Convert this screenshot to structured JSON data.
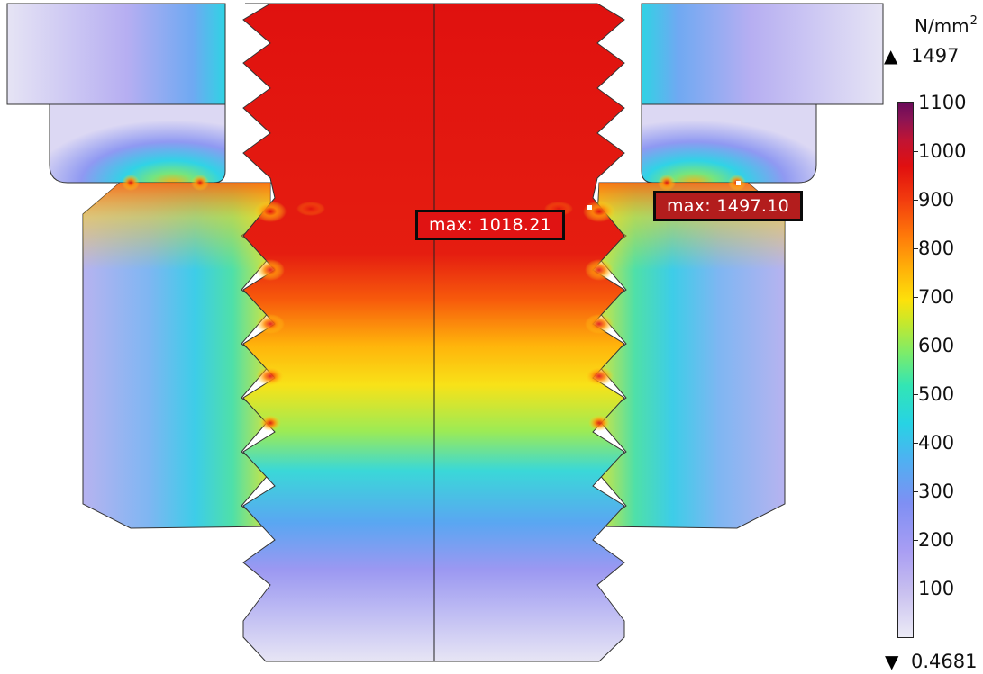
{
  "legend": {
    "unit_base": "N/mm",
    "unit_exp": "2",
    "max_label": "1497",
    "min_label": "0.4681",
    "ticks": [
      "1100",
      "1000",
      "900",
      "800",
      "700",
      "600",
      "500",
      "400",
      "300",
      "200",
      "100"
    ],
    "tick_values": [
      1100,
      1000,
      900,
      800,
      700,
      600,
      500,
      400,
      300,
      200,
      100
    ],
    "range": [
      0,
      1100
    ]
  },
  "annotations": {
    "left": "max: 1018.21",
    "right": "max: 1497.10"
  },
  "colors": {
    "high": "#e01313",
    "mid_high": "#ff7a0a",
    "mid": "#fde10b",
    "mid_low": "#27d3e4",
    "low": "#a99ef3",
    "min": "#ecebf6",
    "max": "#6a0a5a"
  },
  "icons": {
    "max": "triangle-up-icon",
    "min": "triangle-down-icon"
  }
}
